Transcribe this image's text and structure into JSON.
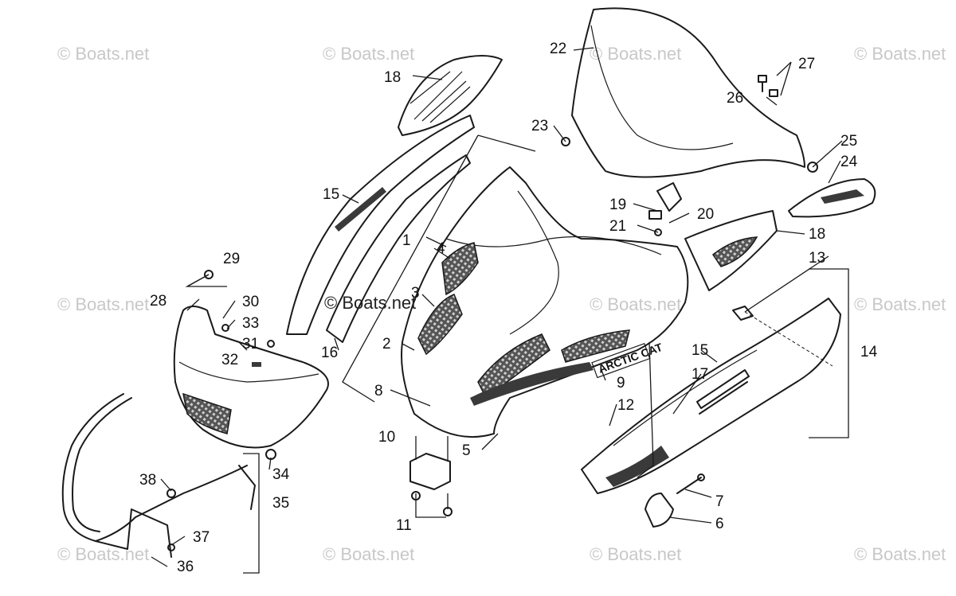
{
  "watermark": "© Boats.net",
  "overlay_text": "© Boats.net",
  "brand_decal": "ARCTIC CAT",
  "callouts": {
    "c1": "1",
    "c2": "2",
    "c3": "3",
    "c4": "4",
    "c5": "5",
    "c6": "6",
    "c7": "7",
    "c8": "8",
    "c9": "9",
    "c10": "10",
    "c11": "11",
    "c12": "12",
    "c13": "13",
    "c14": "14",
    "c15a": "15",
    "c15b": "15",
    "c16": "16",
    "c17": "17",
    "c18a": "18",
    "c18b": "18",
    "c19": "19",
    "c20": "20",
    "c21": "21",
    "c22": "22",
    "c23": "23",
    "c24": "24",
    "c25": "25",
    "c26": "26",
    "c27": "27",
    "c28": "28",
    "c29": "29",
    "c30": "30",
    "c31": "31",
    "c32": "32",
    "c33": "33",
    "c34": "34",
    "c35": "35",
    "c36": "36",
    "c37": "37",
    "c38": "38"
  }
}
